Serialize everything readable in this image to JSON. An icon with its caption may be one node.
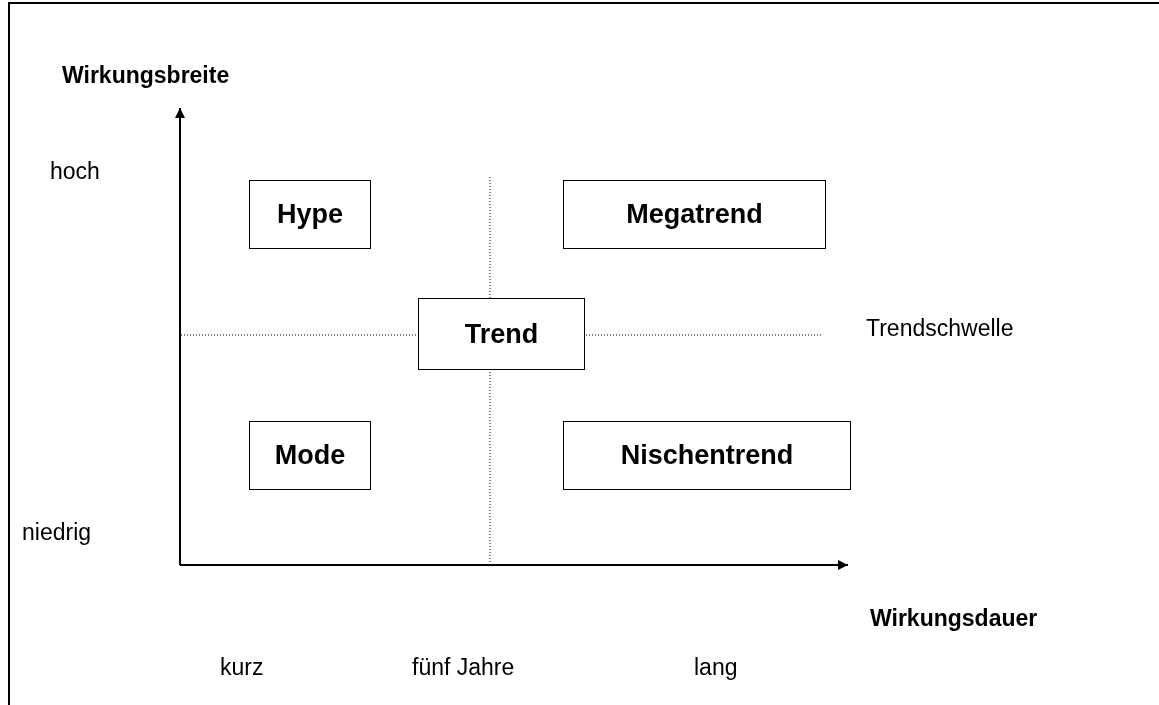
{
  "diagram": {
    "nodes": [
      {
        "text": [
          "Hype"
        ]
      },
      {
        "text": [
          "Megatrend"
        ]
      },
      {
        "text": [
          "Trend"
        ]
      },
      {
        "text": [
          "Mode"
        ]
      },
      {
        "text": [
          "Nischentrend"
        ]
      }
    ],
    "labels": [
      "Wirkungsbreite",
      "hoch",
      "Trendschwelle",
      "niedrig",
      "Wirkungsdauer",
      "kurz",
      "fünf Jahre",
      "lang"
    ]
  }
}
